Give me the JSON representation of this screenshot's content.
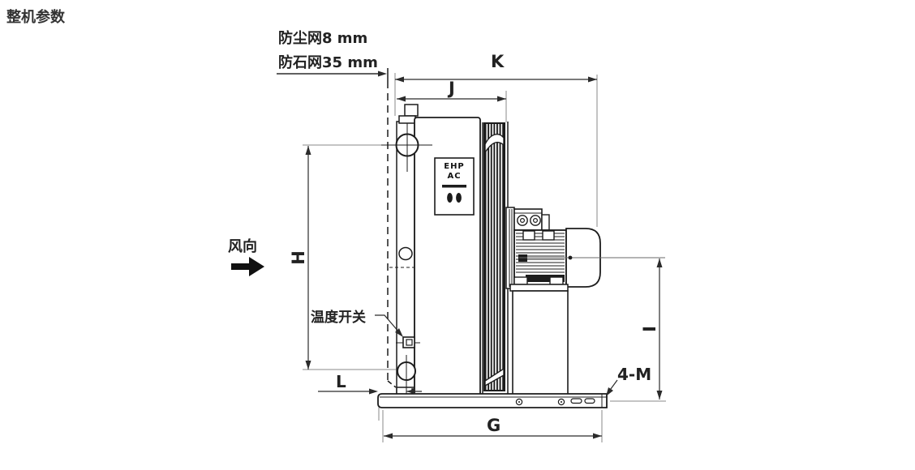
{
  "title": "整机参数",
  "callouts": {
    "dust_screen": "防尘网8 mm",
    "stone_screen": "防石网35 mm",
    "wind_direction": "风向",
    "temperature_switch": "温度开关",
    "mounting_holes": "4-M"
  },
  "dimensions": {
    "overall_depth": "K",
    "body_depth": "J",
    "core_port_height": "H",
    "motor_center_height": "I",
    "front_offset": "L",
    "base_length": "G"
  },
  "nameplate": {
    "line1": "EHP",
    "line2": "AC"
  },
  "colors": {
    "line": "#1c1c1c",
    "dimension": "#2b2b2b",
    "extension": "#8a8a8a",
    "text": "#222222",
    "background": "#ffffff"
  }
}
